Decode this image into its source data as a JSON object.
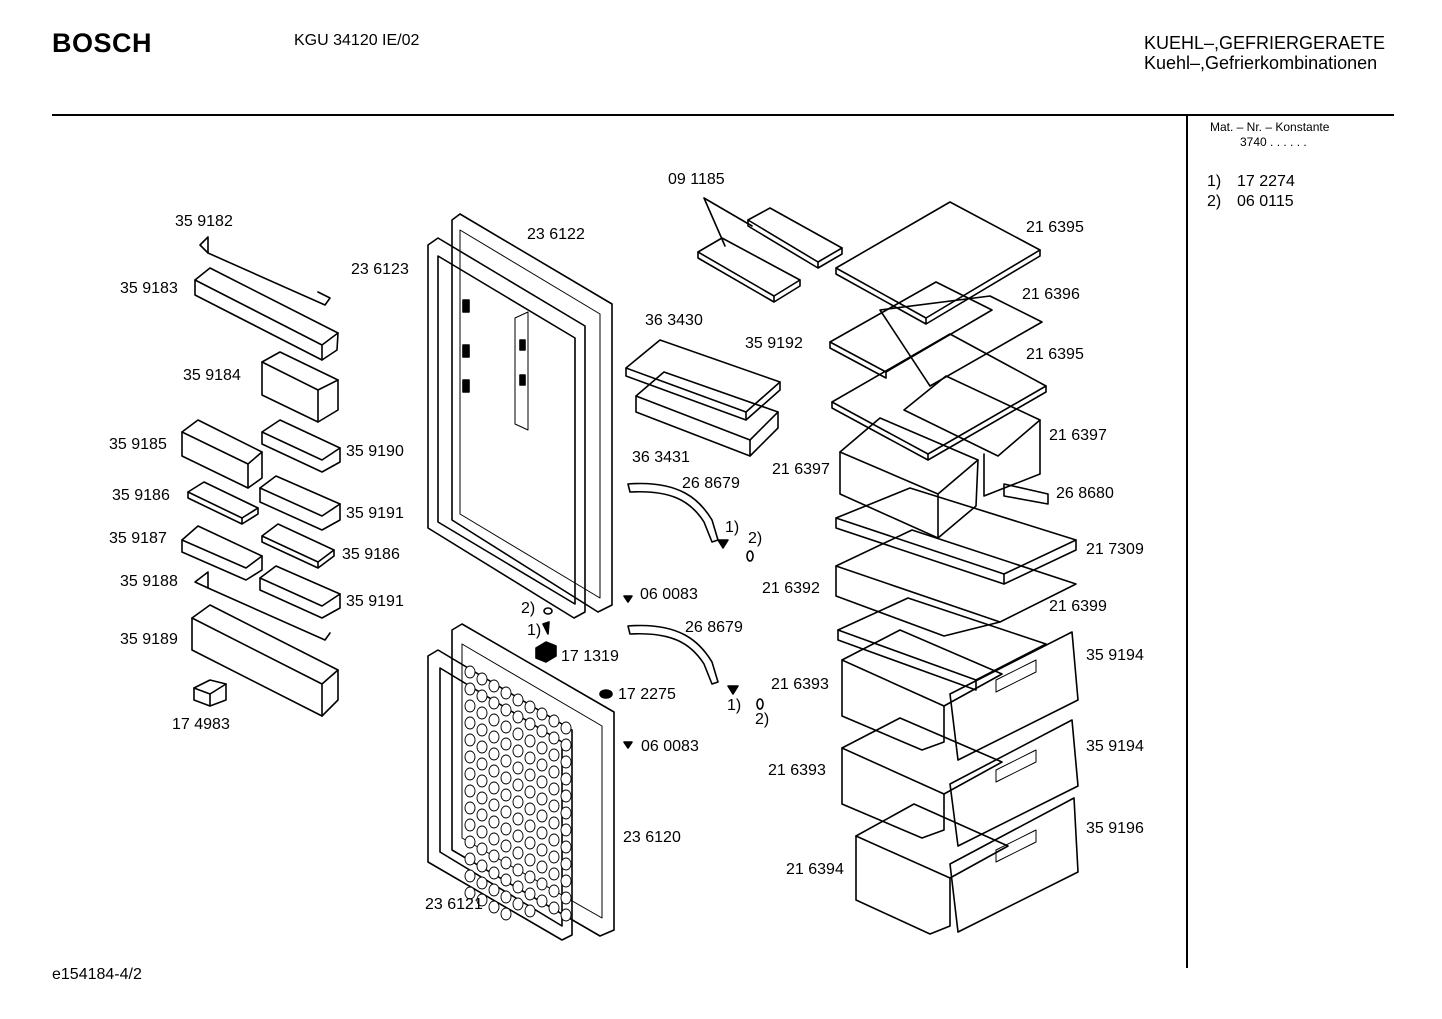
{
  "header": {
    "brand": "BOSCH",
    "model": "KGU 34120 IE/02",
    "category_line1": "KUEHL–,GEFRIERGERAETE",
    "category_line2": "Kuehl–,Gefrierkombinationen"
  },
  "side_panel": {
    "mat_nr_label": "Mat. – Nr. – Konstante",
    "konstante_value": "3740 . . . . . .",
    "notes": [
      {
        "marker": "1)",
        "part": "17 2274"
      },
      {
        "marker": "2)",
        "part": "06 0115"
      }
    ]
  },
  "diagram_ref": "e154184-4/2",
  "part_labels": [
    "35 9182",
    "35 9183",
    "35 9184",
    "35 9185",
    "35 9190",
    "35 9186",
    "35 9191",
    "35 9187",
    "35 9186",
    "35 9188",
    "35 9191",
    "35 9189",
    "17 4983",
    "23 6122",
    "23 6123",
    "2)",
    "1)",
    "17 1319",
    "17 2275",
    "06 0083",
    "23 6120",
    "23 6121",
    "09 1185",
    "36 3430",
    "36 3431",
    "26 8679",
    "1)",
    "2)",
    "06 0083",
    "26 8679",
    "1)",
    "2)",
    "21 6395",
    "21 6396",
    "35 9192",
    "21 6395",
    "21 6397",
    "21 6397",
    "26 8680",
    "21 7309",
    "21 6392",
    "21 6399",
    "35 9194",
    "21 6393",
    "35 9194",
    "21 6393",
    "35 9196",
    "21 6394"
  ]
}
